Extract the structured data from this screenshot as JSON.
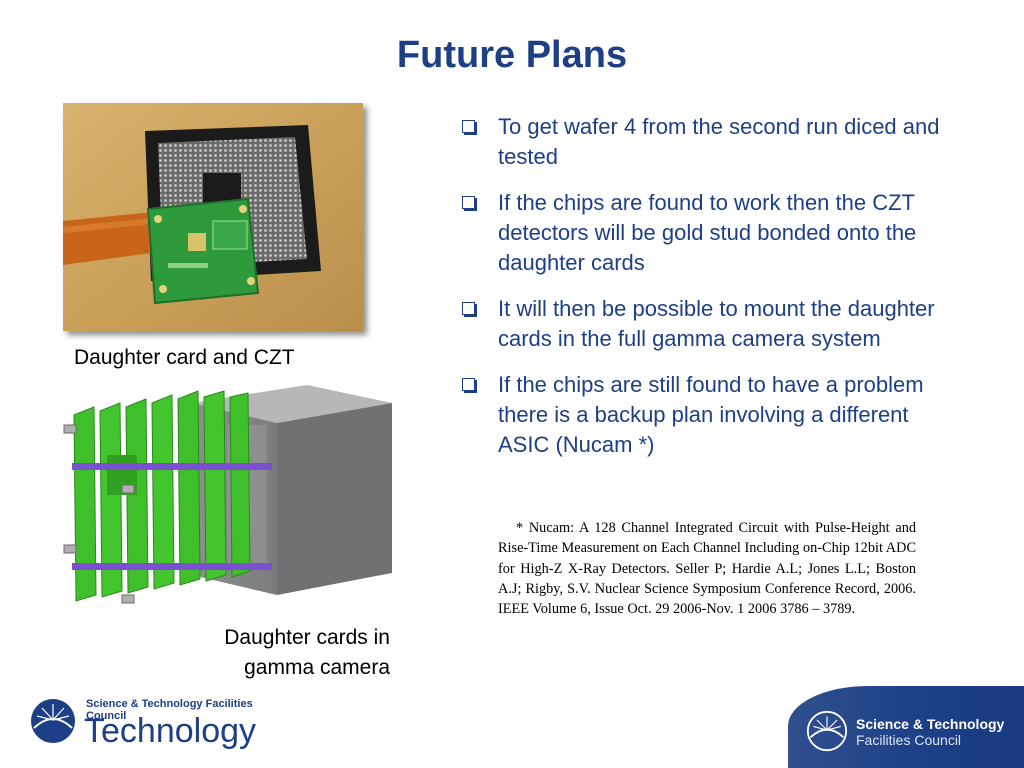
{
  "slide": {
    "title": "Future Plans",
    "bullets": [
      "To get wafer 4 from the second run diced and tested",
      "If the chips are found to work then the CZT detectors will be gold stud bonded onto the daughter cards",
      "It will then be possible to mount the daughter cards in the full gamma camera system",
      "If the chips are still found to have a problem there is a backup plan involving a different  ASIC (Nucam *)"
    ],
    "reference": "* Nucam: A 128 Channel Integrated Circuit with Pulse-Height and Rise-Time Measurement on Each Channel Including on-Chip 12bit ADC for High-Z X-Ray Detectors. Seller P; Hardie A.L; Jones L.L; Boston A.J; Rigby, S.V. Nuclear Science Symposium Conference Record, 2006. IEEE Volume 6, Issue Oct. 29 2006-Nov. 1 2006 3786 – 3789.",
    "captions": {
      "photo": "Daughter card and CZT",
      "render": "Daughter  cards in gamma camera"
    }
  },
  "footer": {
    "left_small": "Science & Technology Facilities Council",
    "left_big": "Technology",
    "right_line1": "Science & Technology",
    "right_line2": "Facilities Council"
  },
  "colors": {
    "title": "#1c3f86",
    "bullet_text": "#1c3f86",
    "board_green": "#3fbf2a",
    "housing_grey": "#8a8c8e"
  },
  "icons": [
    "checkbox-bullet-icon",
    "stfc-logo-icon"
  ]
}
